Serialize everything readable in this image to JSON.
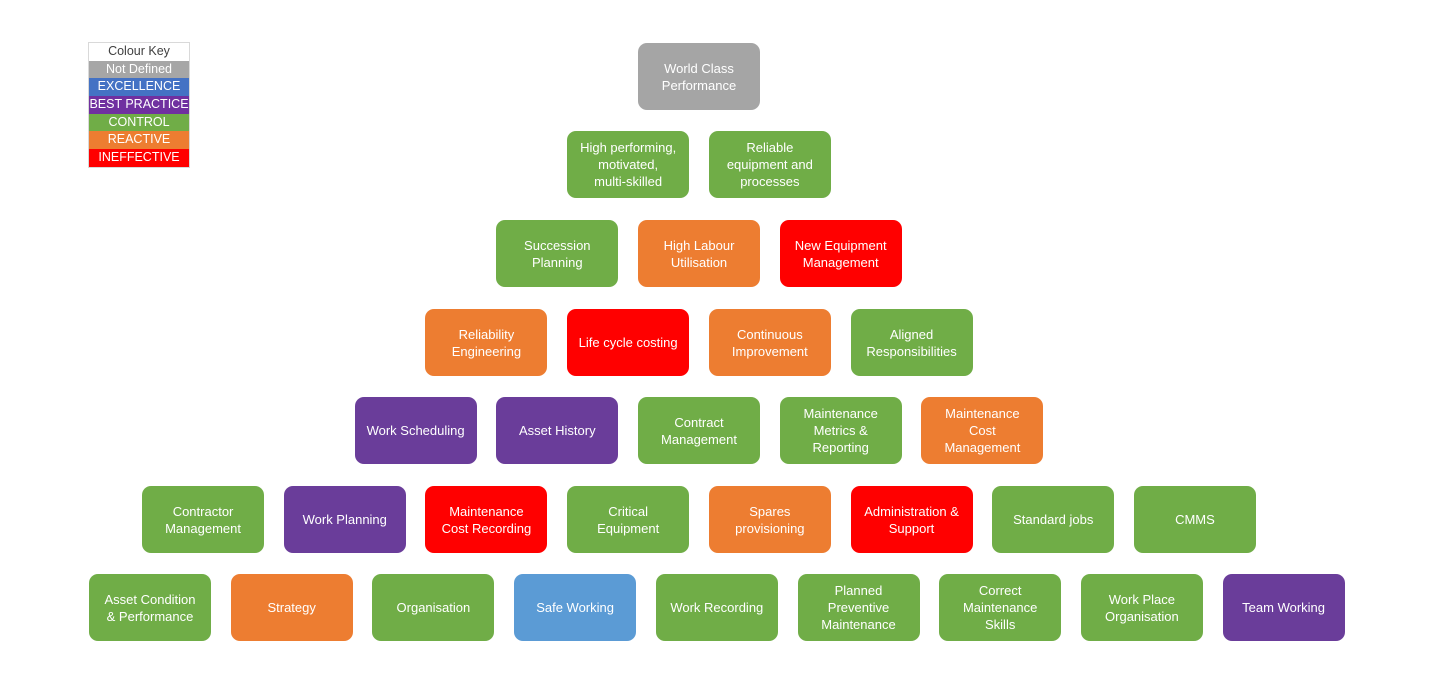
{
  "legend": {
    "title": "Colour Key",
    "items": [
      {
        "key": "not_defined",
        "label": "Not Defined",
        "color": "#a6a6a6"
      },
      {
        "key": "excellence",
        "label": "EXCELLENCE",
        "color": "#4472c4"
      },
      {
        "key": "best_practice",
        "label": "BEST PRACTICE",
        "color": "#7030a0"
      },
      {
        "key": "control",
        "label": "CONTROL",
        "color": "#70ad47"
      },
      {
        "key": "reactive",
        "label": "REACTIVE",
        "color": "#ed7d31"
      },
      {
        "key": "ineffective",
        "label": "INEFFECTIVE",
        "color": "#ff0000"
      }
    ]
  },
  "node_colors": {
    "not_defined": "#a5a5a5",
    "safe_working": "#5b9bd5",
    "best_practice": "#6a3d9a",
    "control": "#70ad47",
    "reactive": "#ed7d31",
    "ineffective": "#ff0000"
  },
  "rows": [
    [
      {
        "label": "World Class\nPerformance",
        "status": "not_defined"
      }
    ],
    [
      {
        "label": "High performing,\nmotivated,\nmulti-skilled",
        "status": "control"
      },
      {
        "label": "Reliable\nequipment and\nprocesses",
        "status": "control"
      }
    ],
    [
      {
        "label": "Succession\nPlanning",
        "status": "control"
      },
      {
        "label": "High Labour\nUtilisation",
        "status": "reactive"
      },
      {
        "label": "New Equipment\nManagement",
        "status": "ineffective"
      }
    ],
    [
      {
        "label": "Reliability\nEngineering",
        "status": "reactive"
      },
      {
        "label": "Life cycle costing",
        "status": "ineffective"
      },
      {
        "label": "Continuous\nImprovement",
        "status": "reactive"
      },
      {
        "label": "Aligned\nResponsibilities",
        "status": "control"
      }
    ],
    [
      {
        "label": "Work Scheduling",
        "status": "best_practice"
      },
      {
        "label": "Asset History",
        "status": "best_practice"
      },
      {
        "label": "Contract\nManagement",
        "status": "control"
      },
      {
        "label": "Maintenance\nMetrics &\nReporting",
        "status": "control"
      },
      {
        "label": "Maintenance\nCost\nManagement",
        "status": "reactive"
      }
    ],
    [
      {
        "label": "Contractor\nManagement",
        "status": "control"
      },
      {
        "label": "Work Planning",
        "status": "best_practice"
      },
      {
        "label": "Maintenance\nCost Recording",
        "status": "ineffective"
      },
      {
        "label": "Critical\nEquipment",
        "status": "control"
      },
      {
        "label": "Spares\nprovisioning",
        "status": "reactive"
      },
      {
        "label": "Administration &\nSupport",
        "status": "ineffective"
      },
      {
        "label": "Standard jobs",
        "status": "control"
      },
      {
        "label": "CMMS",
        "status": "control"
      }
    ],
    [
      {
        "label": "Asset Condition\n& Performance",
        "status": "control"
      },
      {
        "label": "Strategy",
        "status": "reactive"
      },
      {
        "label": "Organisation",
        "status": "control"
      },
      {
        "label": "Safe Working",
        "status": "safe_working"
      },
      {
        "label": "Work Recording",
        "status": "control"
      },
      {
        "label": "Planned\nPreventive\nMaintenance",
        "status": "control"
      },
      {
        "label": "Correct\nMaintenance\nSkills",
        "status": "control"
      },
      {
        "label": "Work Place\nOrganisation",
        "status": "control"
      },
      {
        "label": "Team Working",
        "status": "best_practice"
      }
    ]
  ]
}
